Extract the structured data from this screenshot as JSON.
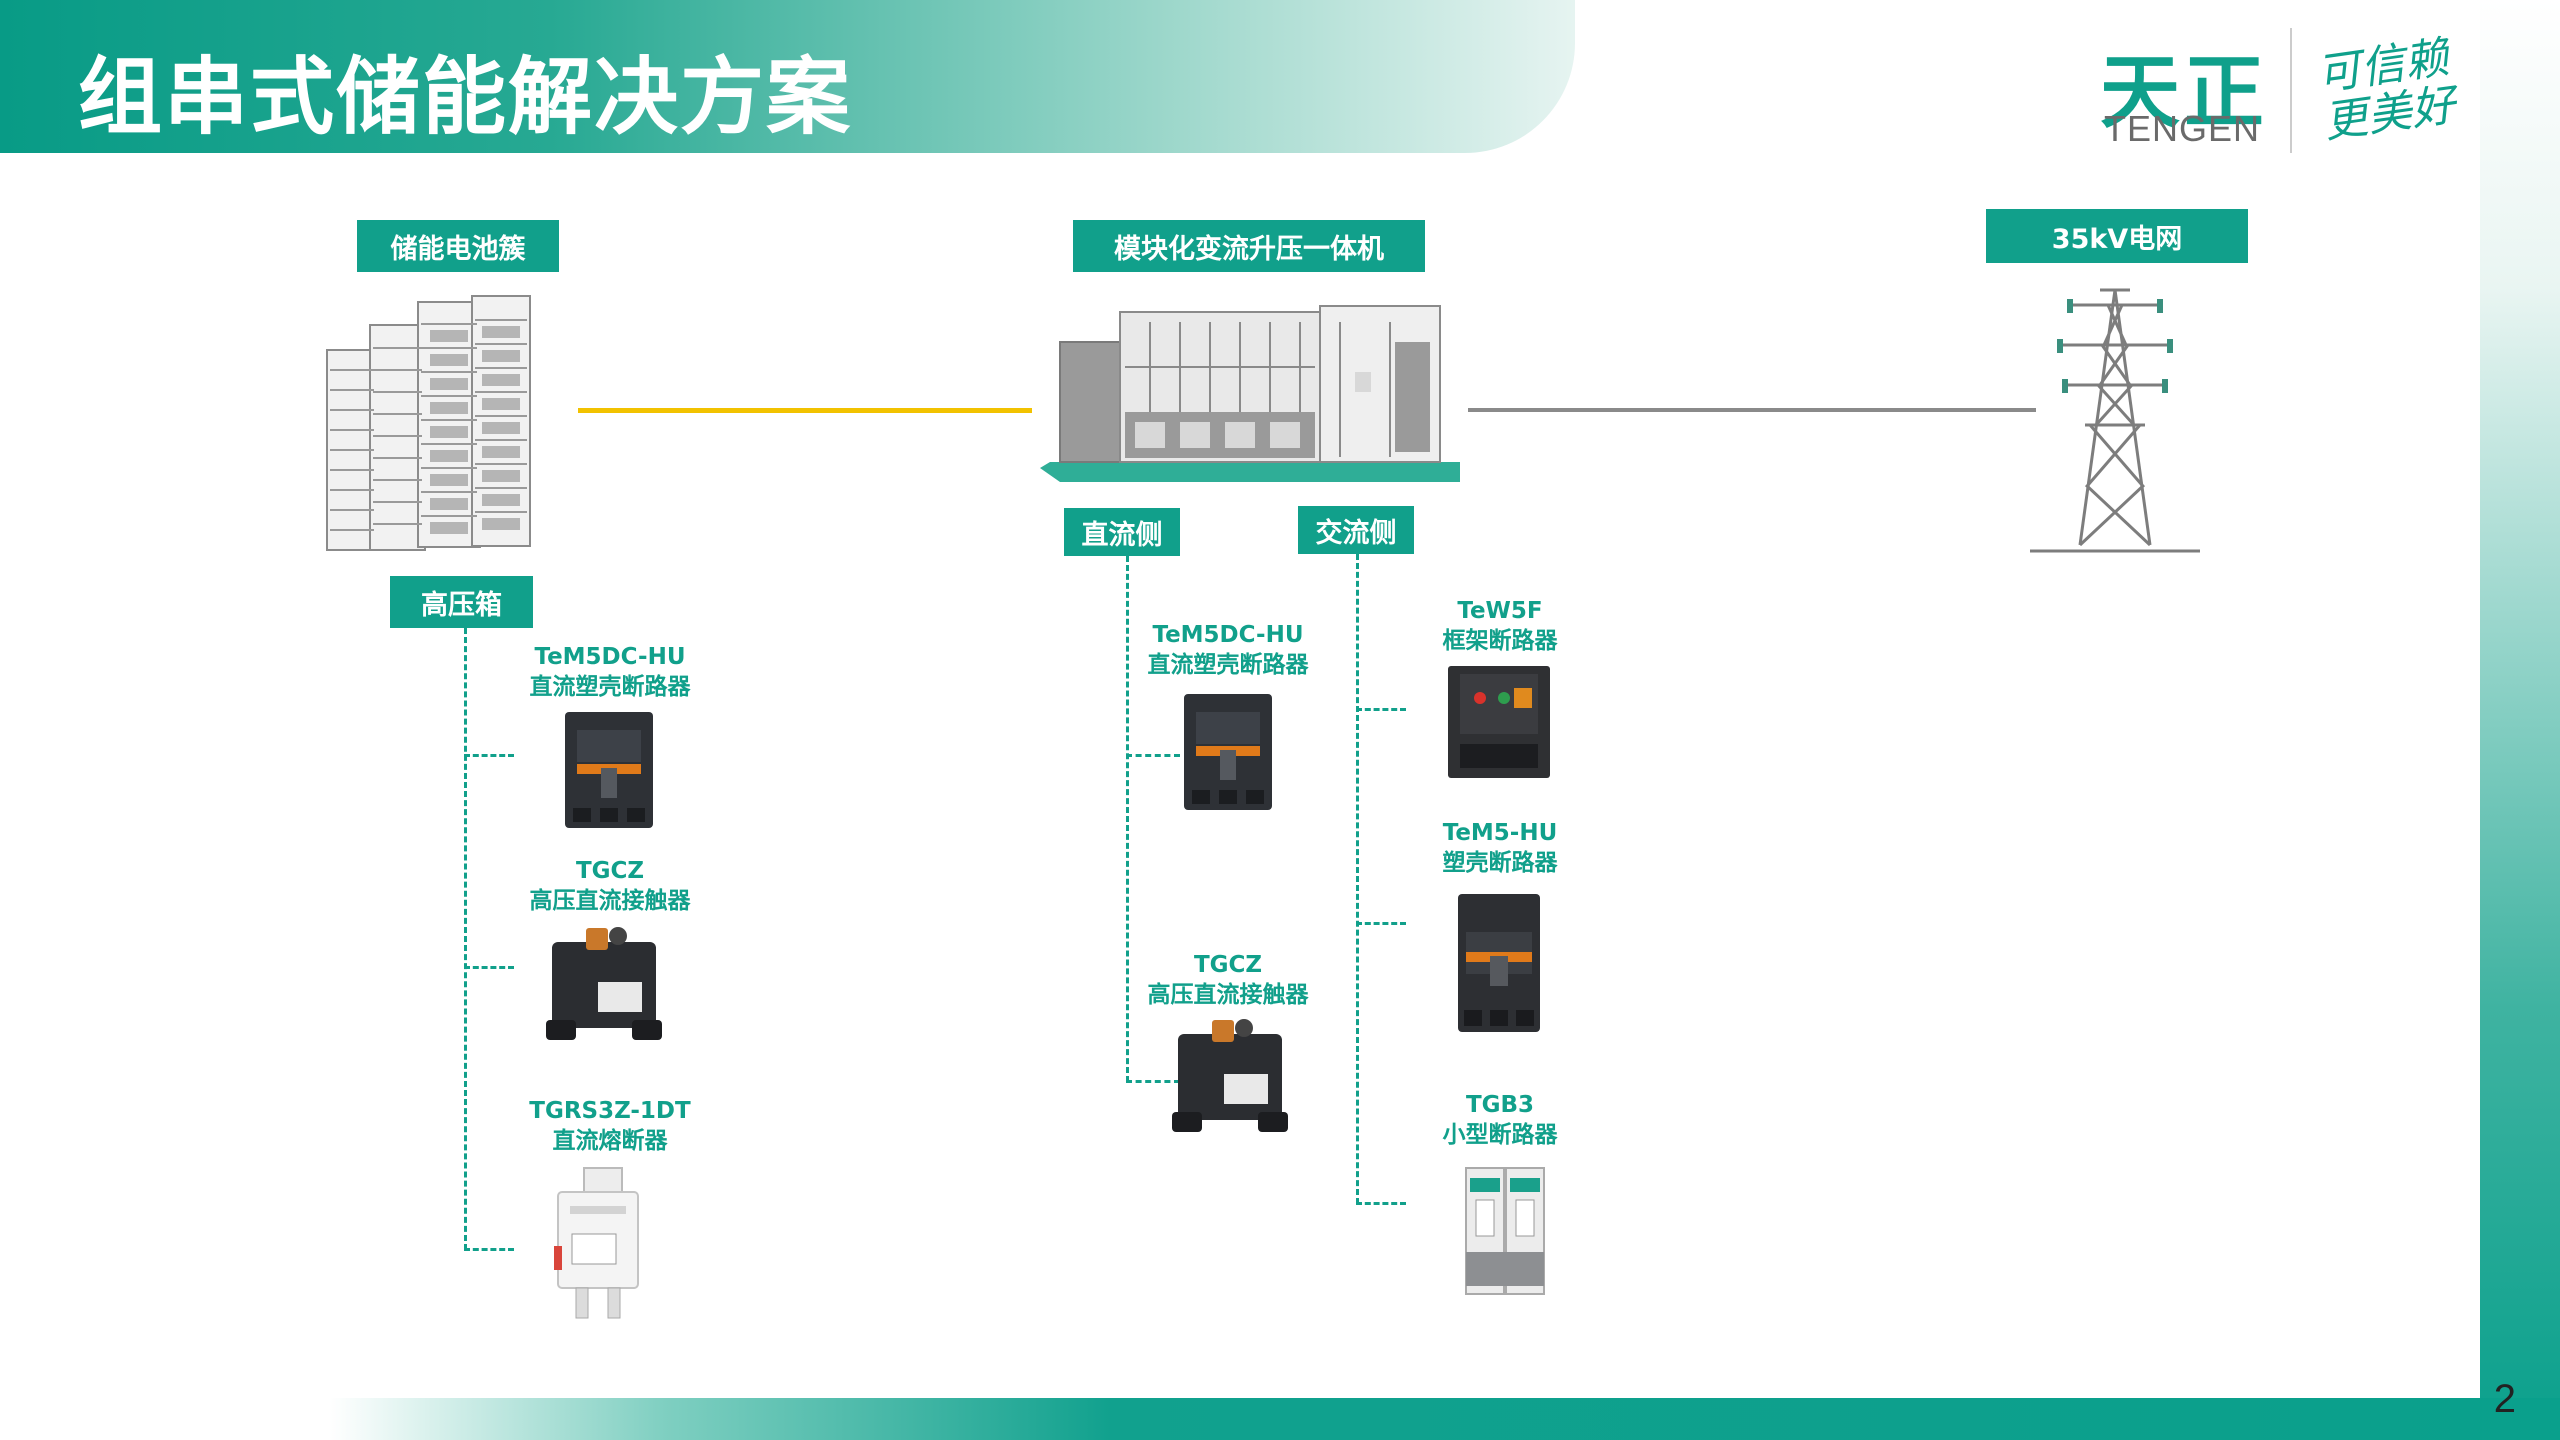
{
  "title": "组串式储能解决方案",
  "logo": {
    "cn": "天正",
    "en": "TENGEN",
    "slogan": "可信赖 更美好"
  },
  "page_number": "2",
  "tags": {
    "battery_cluster": "储能电池簇",
    "pcs_unit": "模块化变流升压一体机",
    "grid": "35kV电网",
    "hv_box": "高压箱",
    "dc_side": "直流侧",
    "ac_side": "交流侧"
  },
  "hv_box_products": [
    {
      "model": "TeM5DC-HU",
      "name": "直流塑壳断路器"
    },
    {
      "model": "TGCZ",
      "name": "高压直流接触器"
    },
    {
      "model": "TGRS3Z-1DT",
      "name": "直流熔断器"
    }
  ],
  "dc_products": [
    {
      "model": "TeM5DC-HU",
      "name": "直流塑壳断路器"
    },
    {
      "model": "TGCZ",
      "name": "高压直流接触器"
    }
  ],
  "ac_products": [
    {
      "model": "TeW5F",
      "name": "框架断路器"
    },
    {
      "model": "TeM5-HU",
      "name": "塑壳断路器"
    },
    {
      "model": "TGB3",
      "name": "小型断路器"
    }
  ],
  "colors": {
    "accent": "#11a08b",
    "dc_line": "#f2c200",
    "ac_line": "#808080"
  }
}
